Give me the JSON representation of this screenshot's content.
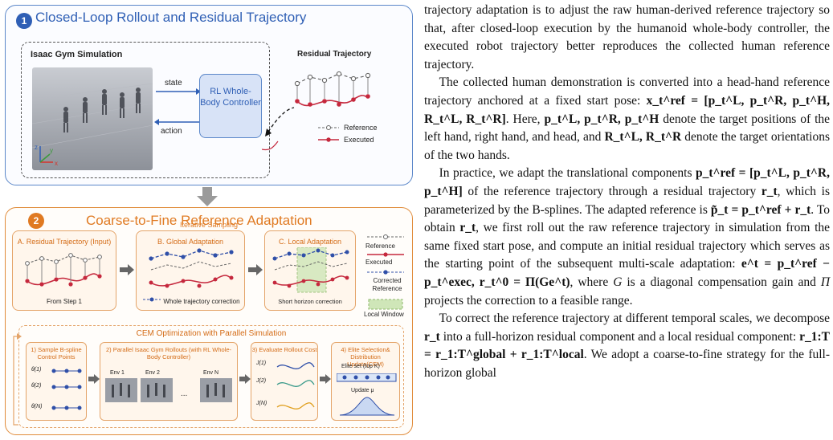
{
  "figure": {
    "panel1": {
      "number": "1",
      "title": "Closed-Loop Rollout and Residual Trajectory",
      "sim_title": "Isaac Gym Simulation",
      "state_label": "state",
      "action_label": "action",
      "controller_label": "RL Whole-Body Controller",
      "residual_title": "Residual Trajectory",
      "legend_reference": "Reference",
      "legend_executed": "Executed",
      "axis_z": "z",
      "axis_y": "y",
      "axis_x": "x"
    },
    "panel2": {
      "number": "2",
      "title": "Coarse-to-Fine Reference Adaptation",
      "sub_a_title": "A. Residual Trajectory (Input)",
      "sub_a_note": "From Step 1",
      "sub_b_title": "B. Global Adaptation",
      "sub_b_note": "Whole trajectory correction",
      "sub_c_title": "C. Local Adaptation",
      "sub_c_note": "Short horizon correction",
      "legend_reference": "Reference",
      "legend_executed": "Executed",
      "legend_corrected": "Corrected Reference",
      "legend_window": "Local Window",
      "cem_title": "CEM Optimization with Parallel Simulation",
      "step1_title": "1) Sample B-spline Control Points",
      "step2_title": "2) Parallel Isaac Gym Rollouts (with RL Whole-Body Controller)",
      "step3_title": "3) Evaluate Rollout Cost",
      "step4_title": "4) Elite Selection& Distribution Update(CEM)",
      "env1": "Env 1",
      "env2": "Env 2",
      "envn": "Env N",
      "ellipsis": "...",
      "theta1": "θ(1)",
      "theta2": "θ(2)",
      "thetan": "θ(N)",
      "j1": "J(1)",
      "j2": "J(2)",
      "jn": "J(N)",
      "elite_label": "Elite set (top K)",
      "update_label": "Update μ",
      "iter_label": "Iterative Sampling"
    }
  },
  "text": {
    "p1": "trajectory adaptation is to adjust the raw human-derived reference trajectory so that, after closed-loop execution by the humanoid whole-body controller, the executed robot trajectory better reproduces the collected human reference trajectory.",
    "p2a": "The collected human demonstration is converted into a head-hand reference trajectory anchored at a fixed start pose:",
    "p2_eq": "x_t^ref = [p_t^L, p_t^R, p_t^H, R_t^L, R_t^R]",
    "p2b": ". Here,",
    "p2_sym1": "p_t^L, p_t^R, p_t^H",
    "p2c": "denote the target positions of the left hand, right hand, and head, and",
    "p2_sym2": "R_t^L, R_t^R",
    "p2d": "denote the target orientations of the two hands.",
    "p3a": "In practice, we adapt the translational components",
    "p3_sym1": "p_t^ref = [p_t^L, p_t^R, p_t^H]",
    "p3b": "of the reference trajectory through a residual trajectory",
    "p3_sym2": "r_t",
    "p3c": ", which is parameterized by the B-splines. The adapted reference is",
    "p3_sym3": "p̃_t = p_t^ref + r_t",
    "p3d": ". To obtain",
    "p3e": ", we first roll out the raw reference trajectory in simulation from the same fixed start pose, and compute an initial residual trajectory which serves as the starting point of the subsequent multi-scale adaptation:",
    "p3_sym4": "e^t = p_t^ref − p_t^exec, r_t^0 = Π(Ge^t)",
    "p3f": ", where",
    "p3_sym5": "G",
    "p3g": "is a diagonal compensation gain and",
    "p3_sym6": "Π",
    "p3h": "projects the correction to a feasible range.",
    "p4a": "To correct the reference trajectory at different temporal scales, we decompose",
    "p4b": "into a full-horizon residual component and a local residual component:",
    "p4_sym": "r_1:T = r_1:T^global + r_1:T^local",
    "p4c": ". We adopt a coarse-to-fine strategy for the full-horizon global"
  }
}
